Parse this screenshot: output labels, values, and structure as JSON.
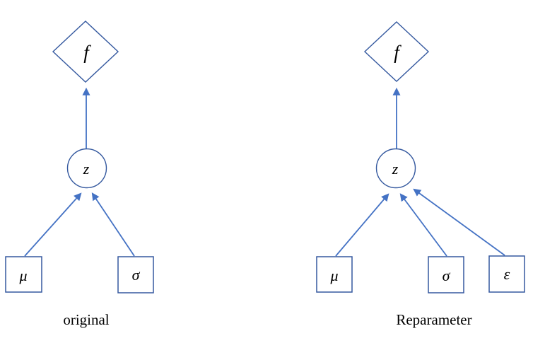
{
  "colors": {
    "shape_outline": "#35599f",
    "arrow": "#4472c4",
    "text": "#000000",
    "background": "#ffffff"
  },
  "diagrams": [
    {
      "label": "original",
      "nodes": {
        "output": "f",
        "latent": "z",
        "inputs": [
          "μ",
          "σ"
        ]
      }
    },
    {
      "label": "Reparameter",
      "nodes": {
        "output": "f",
        "latent": "z",
        "inputs": [
          "μ",
          "σ",
          "ε"
        ]
      }
    }
  ]
}
